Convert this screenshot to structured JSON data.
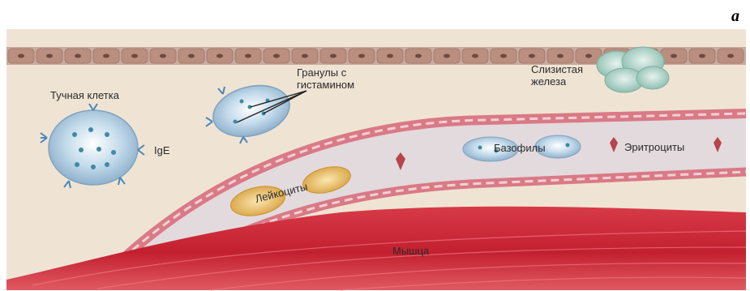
{
  "figure": {
    "panel_letter": "a",
    "labels": {
      "mast_cell": "Тучная клетка",
      "ige": "IgE",
      "granules": "Гранулы с\nгистамином",
      "mucous_gland": "Слизистая\nжелеза",
      "basophils": "Базофилы",
      "erythrocytes": "Эритроциты",
      "leukocytes": "Лейкоциты",
      "muscle": "Мышца"
    }
  },
  "colors": {
    "background_tissue": "#efe4d4",
    "epithelium": "#b99184",
    "vessel_wall": "#d97a86",
    "vessel_lumen": "#ddd3d6",
    "muscle": "#c8283a",
    "cell_blue": "#a9c7de",
    "leukocyte": "#e6bd62",
    "erythrocyte": "#b6454b",
    "gland": "#a6cfc3"
  }
}
